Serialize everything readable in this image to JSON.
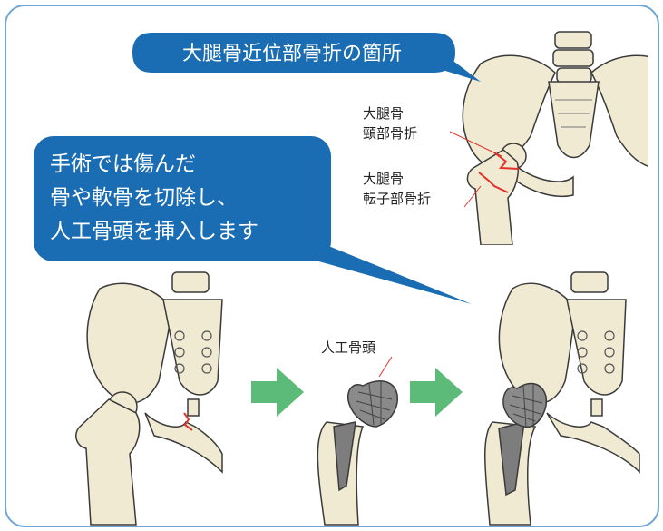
{
  "header_bubble": {
    "text": "大腿骨近位部骨折の箇所"
  },
  "labels": {
    "neck_fracture": [
      "大腿骨",
      "頸部骨折"
    ],
    "trochanter_fracture": [
      "大腿骨",
      "転子部骨折"
    ],
    "implant": "人工骨頭"
  },
  "surgery_bubble": {
    "lines": [
      "手術では傷んだ",
      "骨や軟骨を切除し、",
      "人工骨頭を挿入します"
    ]
  },
  "colors": {
    "bubble": "#1a6cb3",
    "frame": "#6fa5d6",
    "bone": "#f0ead2",
    "bone_outline": "#3a3a3a",
    "arrow": "#5dbb7a",
    "fracture": "#e0312a",
    "implant": "#7d7d7d"
  }
}
